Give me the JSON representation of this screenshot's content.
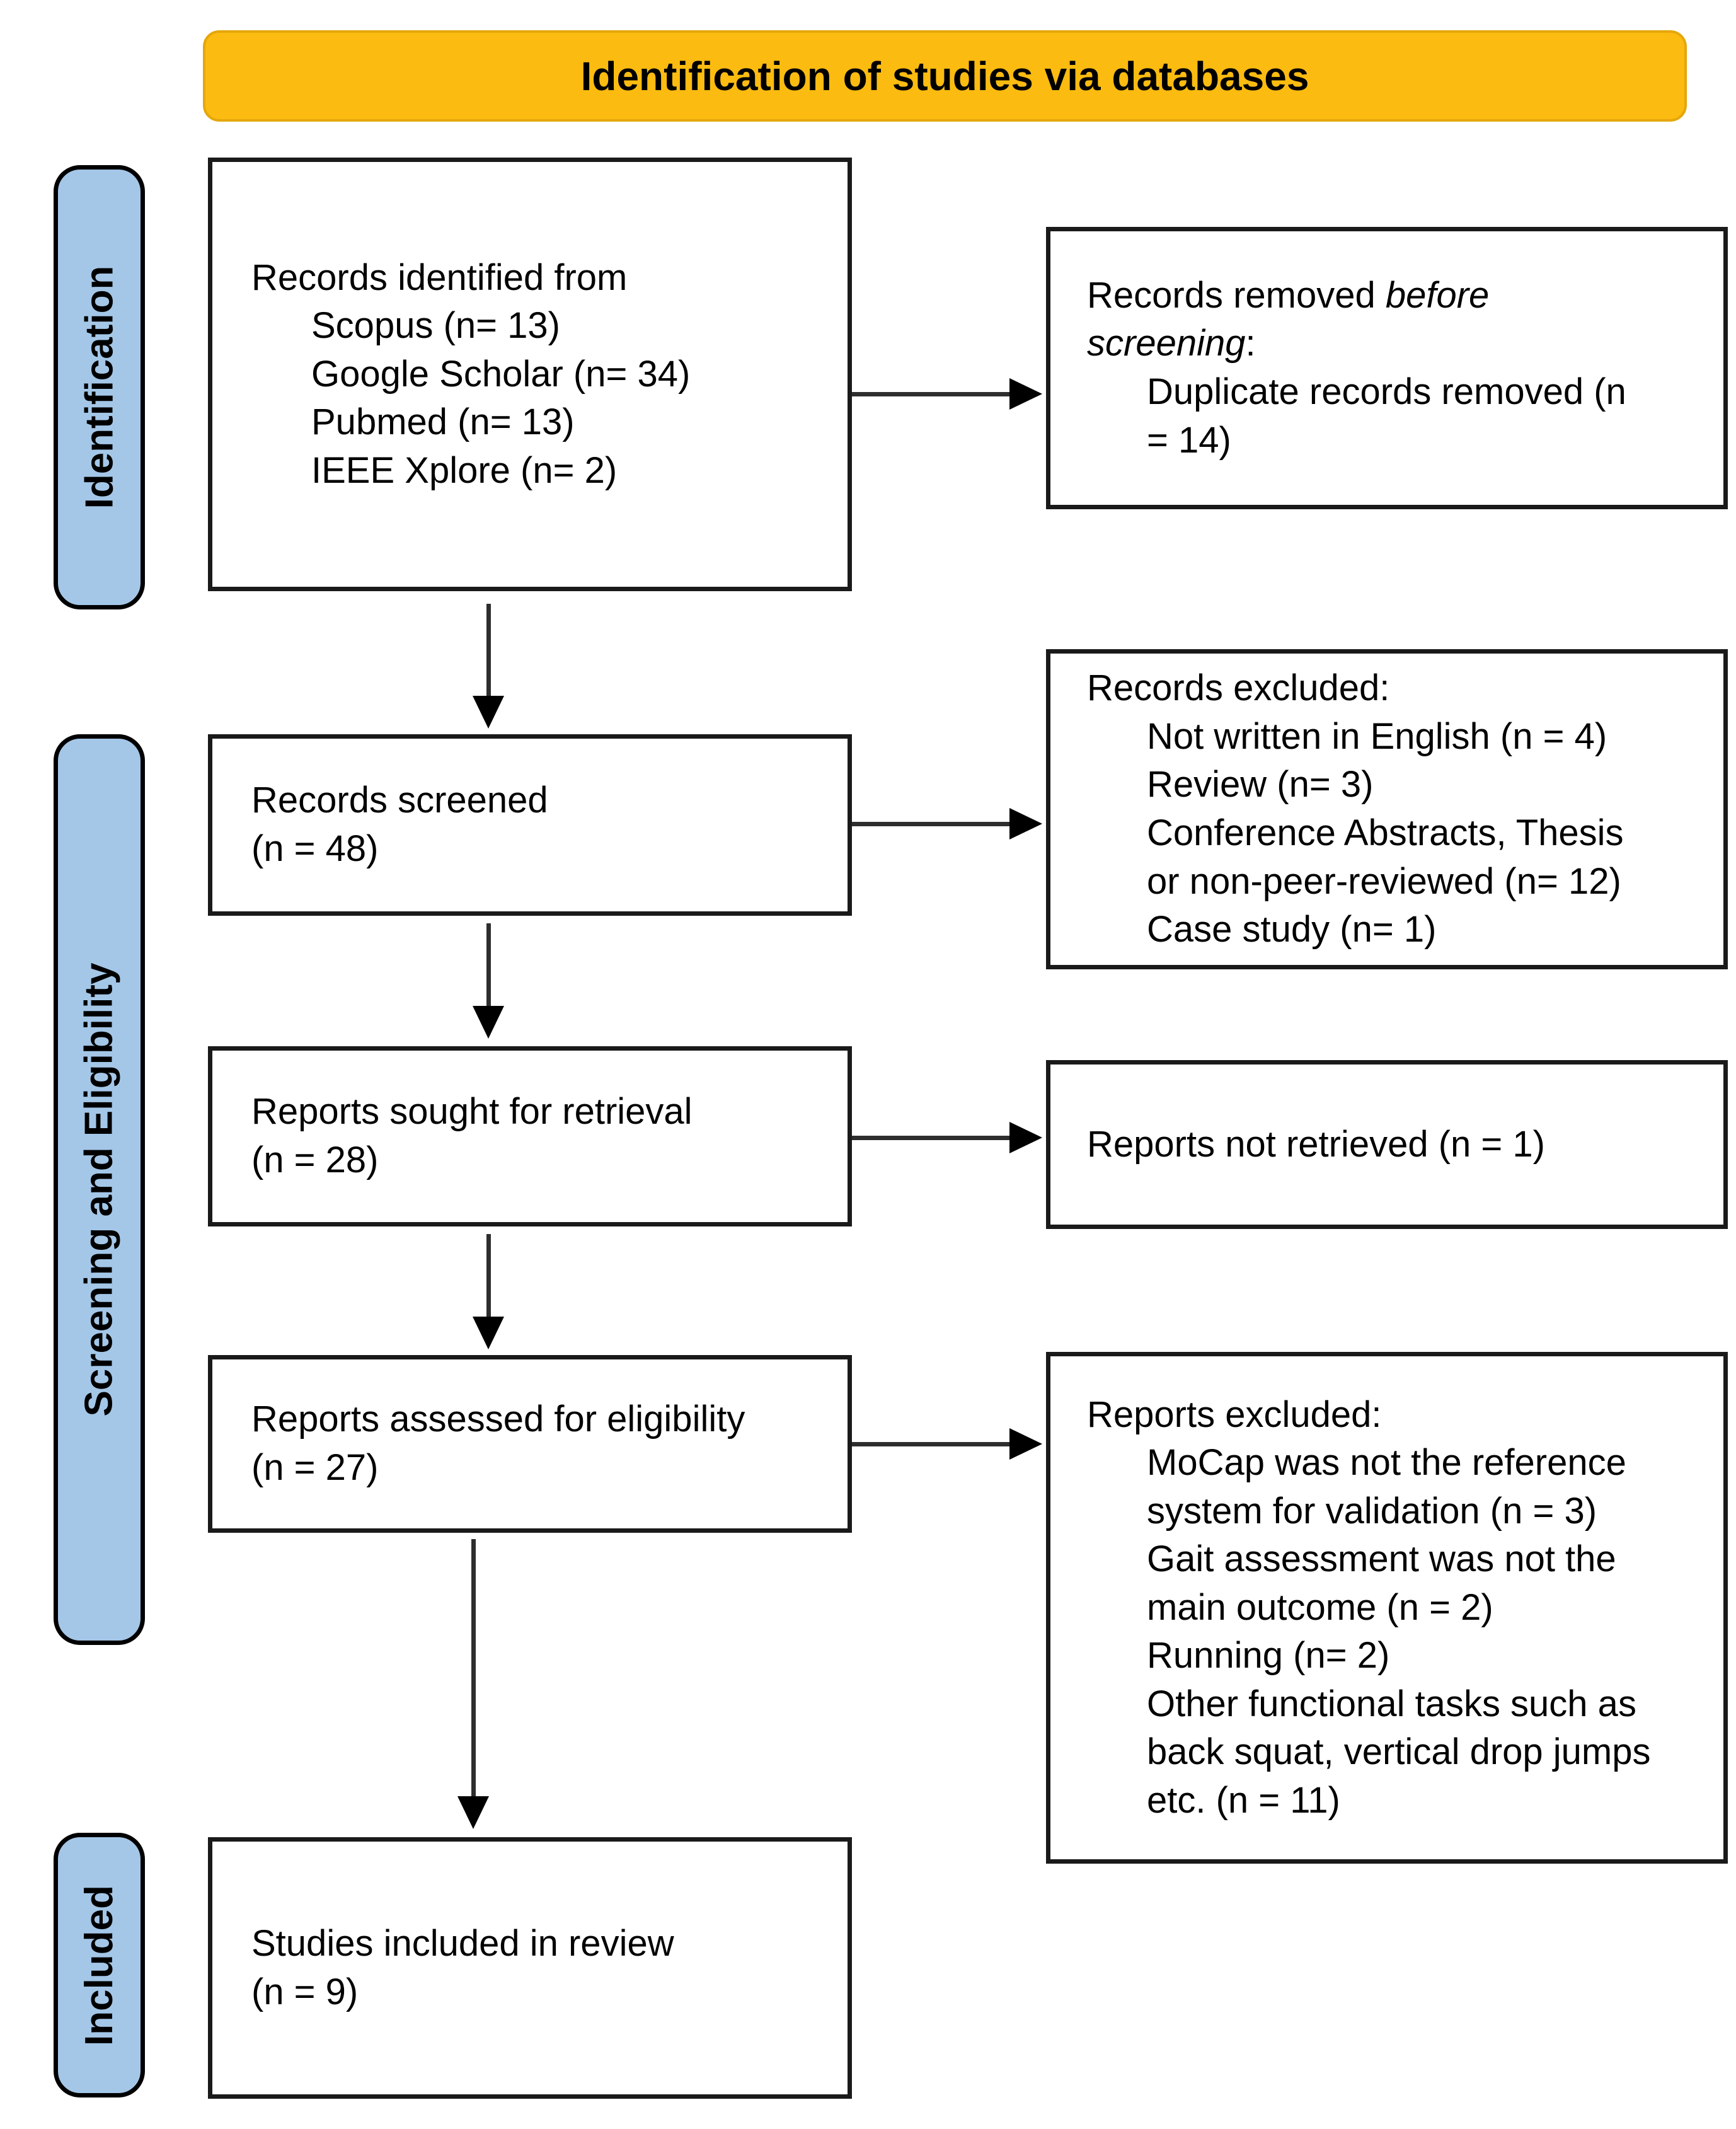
{
  "banner": {
    "title": "Identification of studies via databases"
  },
  "stages": {
    "identification": "Identification",
    "screening": "Screening and Eligibility",
    "included": "Included"
  },
  "flow": {
    "identified": {
      "title": "Records identified from",
      "items": [
        "Scopus (n= 13)",
        "Google Scholar (n= 34)",
        "Pubmed (n= 13)",
        "IEEE Xplore (n= 2)"
      ]
    },
    "screened": {
      "title": "Records screened",
      "count": "(n = 48)"
    },
    "sought": {
      "title": "Reports sought for retrieval",
      "count": "(n = 28)"
    },
    "assessed": {
      "title": "Reports assessed for eligibility",
      "count": "(n = 27)"
    },
    "included": {
      "title": "Studies included in review",
      "count": "(n = 9)"
    }
  },
  "exclusions": {
    "removed_before": {
      "title_prefix": "Records removed ",
      "title_italic": "before screening",
      "title_suffix": ":",
      "items": [
        "Duplicate records removed (n = 14)"
      ]
    },
    "records_excluded": {
      "title": "Records excluded:",
      "items": [
        "Not written in English (n = 4)",
        "Review (n= 3)",
        "Conference Abstracts, Thesis or non-peer-reviewed (n= 12)",
        "Case study (n= 1)"
      ]
    },
    "not_retrieved": {
      "title": "Reports not retrieved (n = 1)"
    },
    "reports_excluded": {
      "title": "Reports excluded:",
      "items": [
        "MoCap was not the reference system for validation (n = 3)",
        "Gait assessment was not the main outcome (n = 2)",
        "Running (n= 2)",
        "Other functional tasks such as back squat, vertical drop jumps etc. (n = 11)"
      ]
    }
  },
  "colors": {
    "banner_bg": "#FBBB10",
    "stage_bg": "#A4C7E8",
    "box_border": "#1a1a1a",
    "arrow": "#2e2e2e"
  }
}
